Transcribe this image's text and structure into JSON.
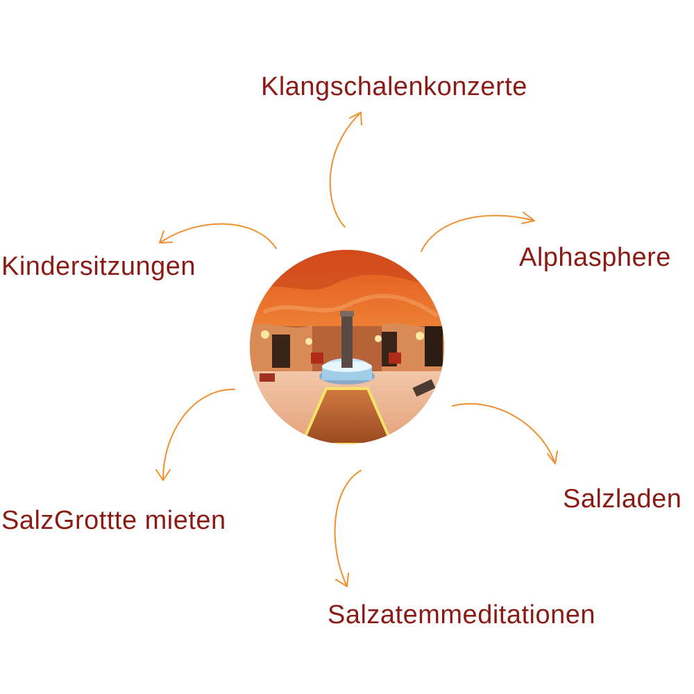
{
  "colors": {
    "text": "#8b1a14",
    "arrow": "#f0902f"
  },
  "center_image": {
    "icon": "salt-cave-photo"
  },
  "items": [
    {
      "label": "Klangschalenkonzerte"
    },
    {
      "label": "Alphasphere"
    },
    {
      "label": "Kindersitzungen"
    },
    {
      "label": "Salzladen"
    },
    {
      "label": "SalzGrottte mieten"
    },
    {
      "label": "Salzatemmeditationen"
    }
  ]
}
